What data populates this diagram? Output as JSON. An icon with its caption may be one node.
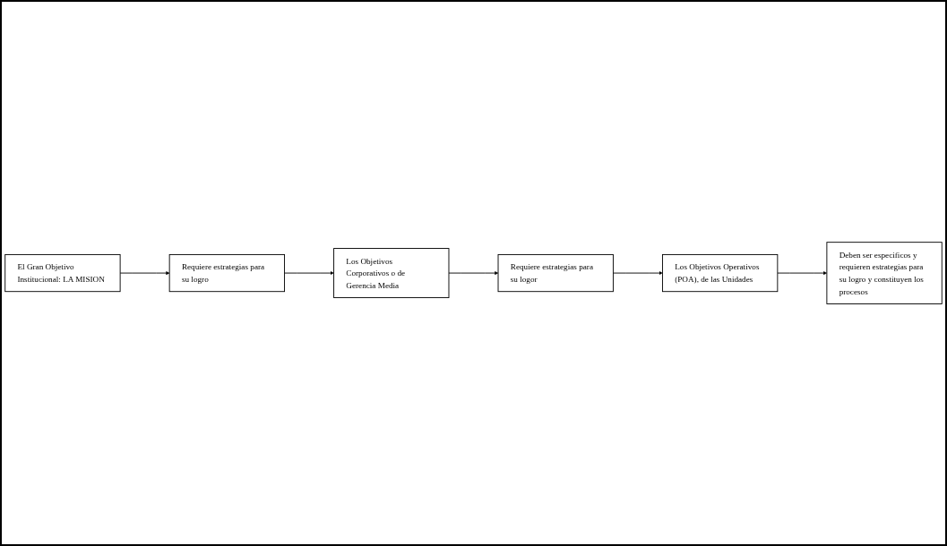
{
  "diagram": {
    "nodes": [
      {
        "text": [
          "El Gran Objetivo Institucional: LA MISION"
        ]
      },
      {
        "text": [
          "Requiere estrategias para su logro"
        ]
      },
      {
        "text": [
          "Los Objetivos Corporativos o de Gerencia Media"
        ]
      },
      {
        "text": [
          "Requiere estrategias para su logor"
        ]
      },
      {
        "text": [
          "Los Objetivos Operativos (POA), de las Unidades"
        ]
      },
      {
        "text": [
          "Deben ser especificos y requieren estrategias para su logro y constituyen los procesos"
        ]
      }
    ],
    "edges": [
      {
        "from": 0,
        "to": 1,
        "arrow": "to"
      },
      {
        "from": 1,
        "to": 2,
        "arrow": "to"
      },
      {
        "from": 2,
        "to": 3,
        "arrow": "to"
      },
      {
        "from": 3,
        "to": 4,
        "arrow": "to"
      },
      {
        "from": 4,
        "to": 5,
        "arrow": "to"
      }
    ]
  }
}
